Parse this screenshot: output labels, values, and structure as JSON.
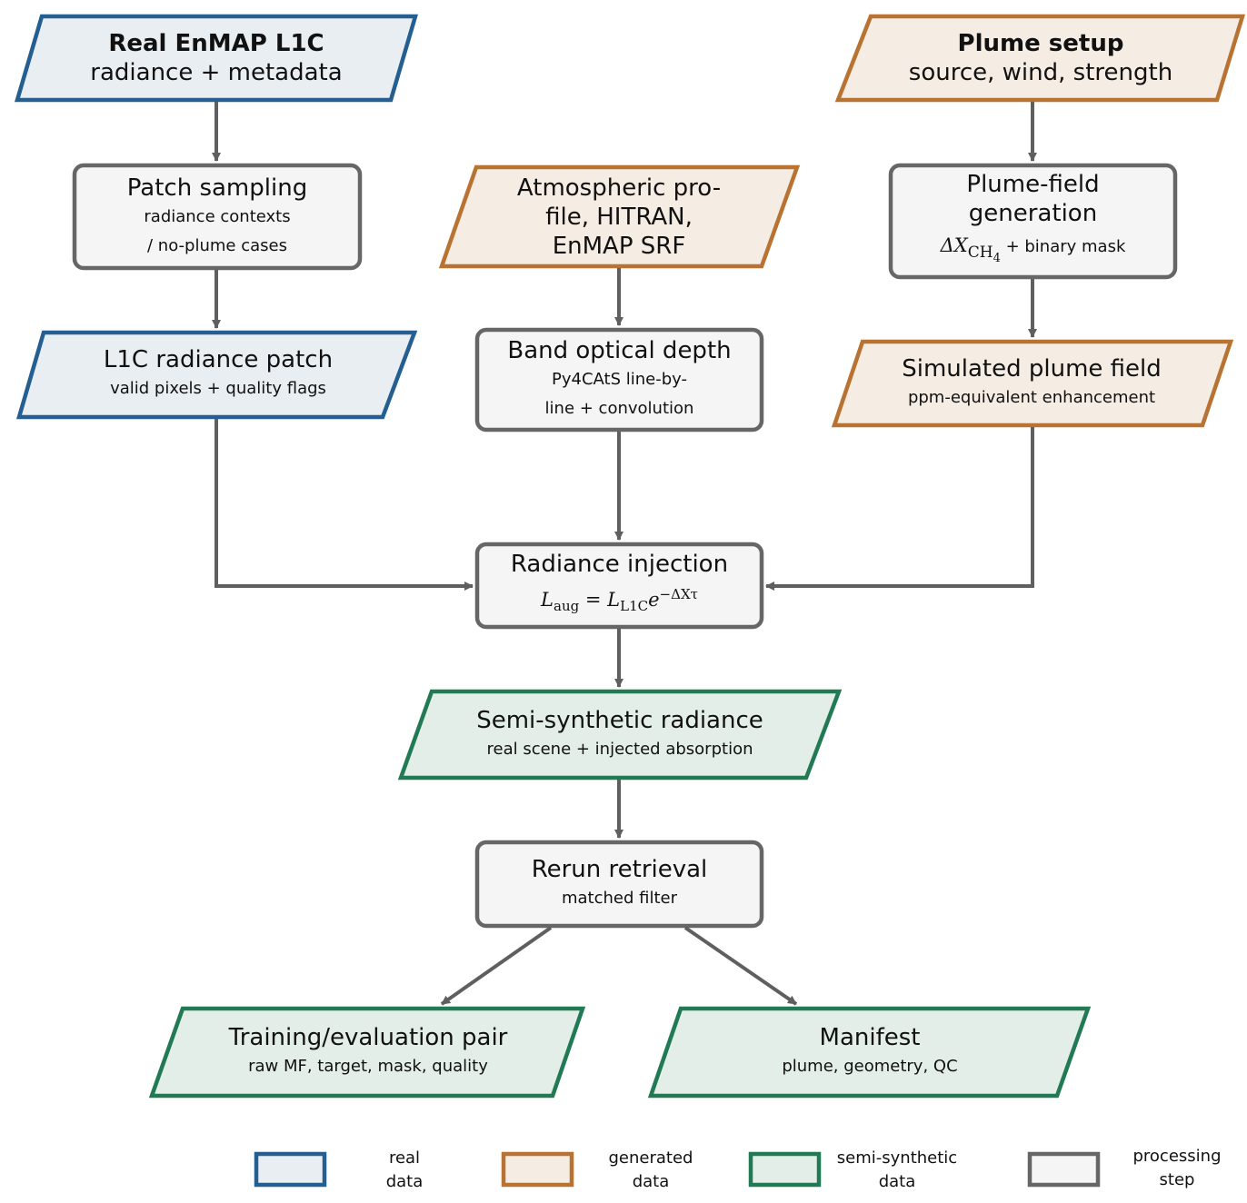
{
  "colors": {
    "real": {
      "stroke": "#255e91",
      "fill": "#e9eef3"
    },
    "generated": {
      "stroke": "#b87333",
      "fill": "#f5ece3"
    },
    "semi": {
      "stroke": "#217a54",
      "fill": "#e4eee8"
    },
    "process": {
      "stroke": "#666666",
      "fill": "#f5f5f5"
    },
    "arrow": "#5f5f5f"
  },
  "nodes": {
    "enmap": {
      "title": "Real EnMAP L1C",
      "subtitle": "radiance + metadata"
    },
    "plume_setup": {
      "title": "Plume setup",
      "subtitle": "source, wind, strength"
    },
    "patch_sampling": {
      "title": "Patch sampling",
      "line1": "radiance contexts",
      "line2": "/ no-plume cases"
    },
    "atmos": {
      "line1": "Atmospheric pro-",
      "line2": "file, HITRAN,",
      "line3": "EnMAP SRF"
    },
    "plume_gen": {
      "line1": "Plume-field",
      "line2": "generation",
      "sub_delta": "ΔX",
      "sub_species": "CH",
      "sub_index": "4",
      "sub_rest": " + binary mask"
    },
    "l1c_patch": {
      "title": "L1C radiance patch",
      "subtitle": "valid pixels + quality flags"
    },
    "band_depth": {
      "title": "Band optical depth",
      "line1": "Py4CAtS line-by-",
      "line2": "line + convolution"
    },
    "sim_plume": {
      "title": "Simulated plume field",
      "subtitle": "ppm-equivalent enhancement"
    },
    "injection": {
      "title": "Radiance injection",
      "eq_L": "L",
      "eq_aug": "aug",
      "eq_eq": " = ",
      "eq_L2": "L",
      "eq_l1c": "L1C",
      "eq_e": "e",
      "eq_exp": "−ΔXτ"
    },
    "semi_radiance": {
      "title": "Semi-synthetic radiance",
      "subtitle": "real scene + injected absorption"
    },
    "rerun": {
      "title": "Rerun retrieval",
      "subtitle": "matched filter"
    },
    "train_pair": {
      "title": "Training/evaluation pair",
      "subtitle": "raw MF, target, mask, quality"
    },
    "manifest": {
      "title": "Manifest",
      "subtitle": "plume, geometry, QC"
    }
  },
  "legend": [
    {
      "kind": "real",
      "line1": "real",
      "line2": "data"
    },
    {
      "kind": "generated",
      "line1": "generated",
      "line2": "data"
    },
    {
      "kind": "semi",
      "line1": "semi-synthetic",
      "line2": "data"
    },
    {
      "kind": "process",
      "line1": "processing",
      "line2": "step"
    }
  ]
}
